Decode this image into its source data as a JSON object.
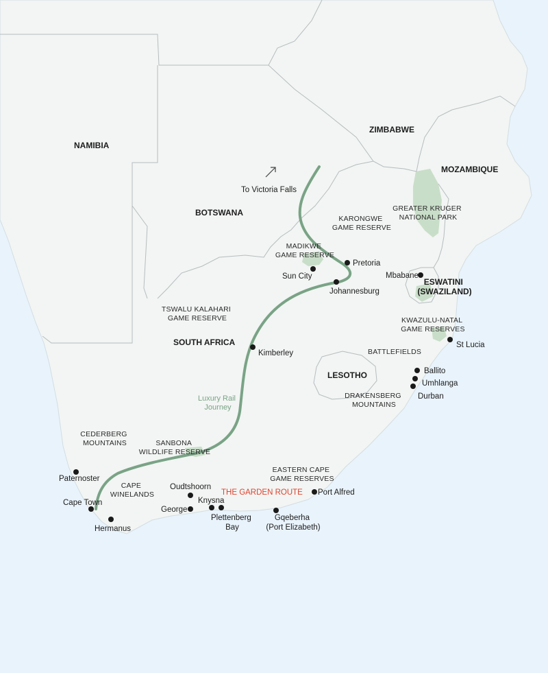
{
  "colors": {
    "sea": "#e9f3fb",
    "land": "#f2f5f3",
    "border": "#b6bcbf",
    "park": "#c9dec9",
    "rail": "#7aa386",
    "highlight": "#e0432f",
    "text": "#1c1c1c"
  },
  "countries": {
    "namibia": "NAMIBIA",
    "botswana": "BOTSWANA",
    "zimbabwe": "ZIMBABWE",
    "mozambique": "MOZAMBIQUE",
    "south_africa": "SOUTH AFRICA",
    "lesotho": "LESOTHO",
    "eswatini": [
      "ESWATINI",
      "(SWAZILAND)"
    ]
  },
  "regions": {
    "greater_kruger": [
      "GREATER KRUGER",
      "NATIONAL PARK"
    ],
    "karongwe": [
      "KARONGWE",
      "GAME RESERVE"
    ],
    "madikwe": [
      "MADIKWE",
      "GAME RESERVE"
    ],
    "tswalu": [
      "TSWALU KALAHARI",
      "GAME RESERVE"
    ],
    "kwazulu_natal": [
      "KWAZULU-NATAL",
      "GAME RESERVES"
    ],
    "battlefields": "BATTLEFIELDS",
    "drakensberg": [
      "DRAKENSBERG",
      "MOUNTAINS"
    ],
    "cederberg": [
      "CEDERBERG",
      "MOUNTAINS"
    ],
    "sanbona": [
      "SANBONA",
      "WILDLIFE RESERVE"
    ],
    "cape_winelands": [
      "CAPE",
      "WINELANDS"
    ],
    "eastern_cape": [
      "EASTERN CAPE",
      "GAME RESERVES"
    ]
  },
  "cities": {
    "pretoria": "Pretoria",
    "johannesburg": "Johannesburg",
    "sun_city": "Sun City",
    "kimberley": "Kimberley",
    "mbabane": "Mbabane",
    "st_lucia": "St Lucia",
    "ballito": "Ballito",
    "umhlanga": "Umhlanga",
    "durban": "Durban",
    "paternoster": "Paternoster",
    "cape_town": "Cape Town",
    "hermanus": "Hermanus",
    "oudtshoorn": "Oudtshoorn",
    "george": "George",
    "knysna": "Knysna",
    "plettenberg_bay": [
      "Plettenberg",
      "Bay"
    ],
    "port_alfred": "Port Alfred",
    "gqeberha": [
      "Gqeberha",
      "(Port Elizabeth)"
    ]
  },
  "route": {
    "rail_label": [
      "Luxury Rail",
      "Journey"
    ],
    "to_victoria_falls": "To Victoria Falls",
    "garden_route": "THE GARDEN ROUTE"
  }
}
